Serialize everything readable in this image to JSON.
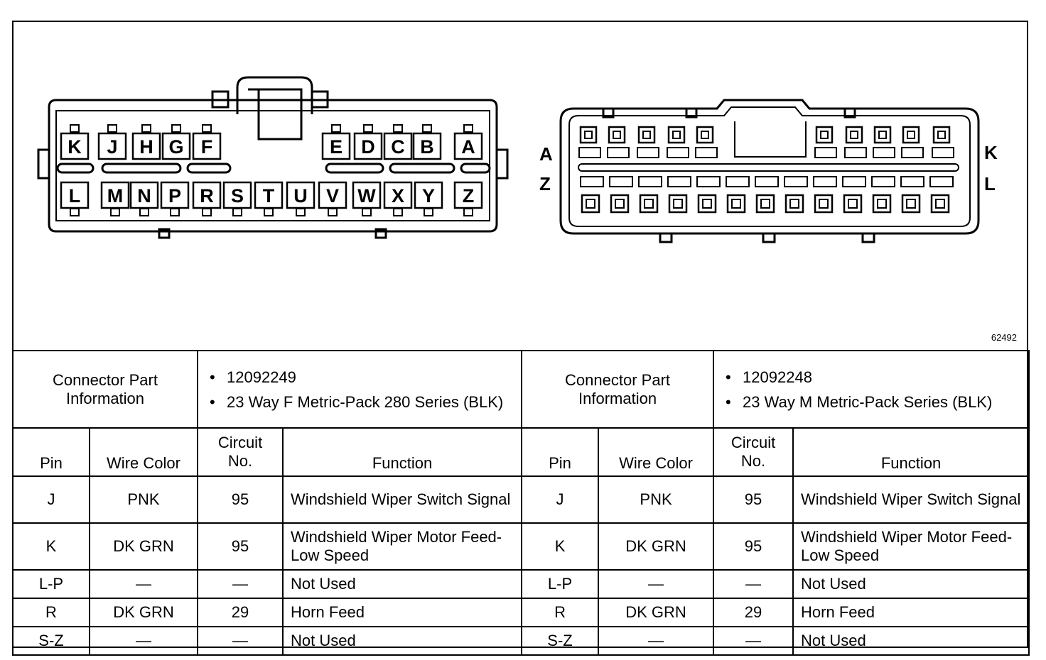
{
  "figure_id": "62492",
  "connector_f": {
    "pins_top": [
      "K",
      "J",
      "H",
      "G",
      "F",
      "E",
      "D",
      "C",
      "B",
      "A"
    ],
    "pins_bottom": [
      "L",
      "M",
      "N",
      "P",
      "R",
      "S",
      "T",
      "U",
      "V",
      "W",
      "X",
      "Y",
      "Z"
    ]
  },
  "connector_m": {
    "label_top_left": "A",
    "label_bottom_left": "Z",
    "label_top_right": "K",
    "label_bottom_right": "L"
  },
  "tables": [
    {
      "info_label": "Connector Part Information",
      "info_lines": [
        "12092249",
        "23 Way F Metric-Pack 280 Series (BLK)"
      ],
      "columns": [
        "Pin",
        "Wire Color",
        "Circuit No.",
        "Function"
      ],
      "rows": [
        [
          "J",
          "PNK",
          "95",
          "Windshield Wiper Switch Signal"
        ],
        [
          "K",
          "DK GRN",
          "95",
          "Windshield Wiper Motor Feed-Low Speed"
        ],
        [
          "L-P",
          "—",
          "—",
          "Not Used"
        ],
        [
          "R",
          "DK GRN",
          "29",
          "Horn Feed"
        ],
        [
          "S-Z",
          "—",
          "—",
          "Not Used"
        ]
      ]
    },
    {
      "info_label": "Connector Part Information",
      "info_lines": [
        "12092248",
        "23 Way M Metric-Pack Series (BLK)"
      ],
      "columns": [
        "Pin",
        "Wire Color",
        "Circuit No.",
        "Function"
      ],
      "rows": [
        [
          "J",
          "PNK",
          "95",
          "Windshield Wiper Switch Signal"
        ],
        [
          "K",
          "DK GRN",
          "95",
          "Windshield Wiper Motor Feed-Low Speed"
        ],
        [
          "L-P",
          "—",
          "—",
          "Not Used"
        ],
        [
          "R",
          "DK GRN",
          "29",
          "Horn Feed"
        ],
        [
          "S-Z",
          "—",
          "—",
          "Not Used"
        ]
      ]
    }
  ]
}
